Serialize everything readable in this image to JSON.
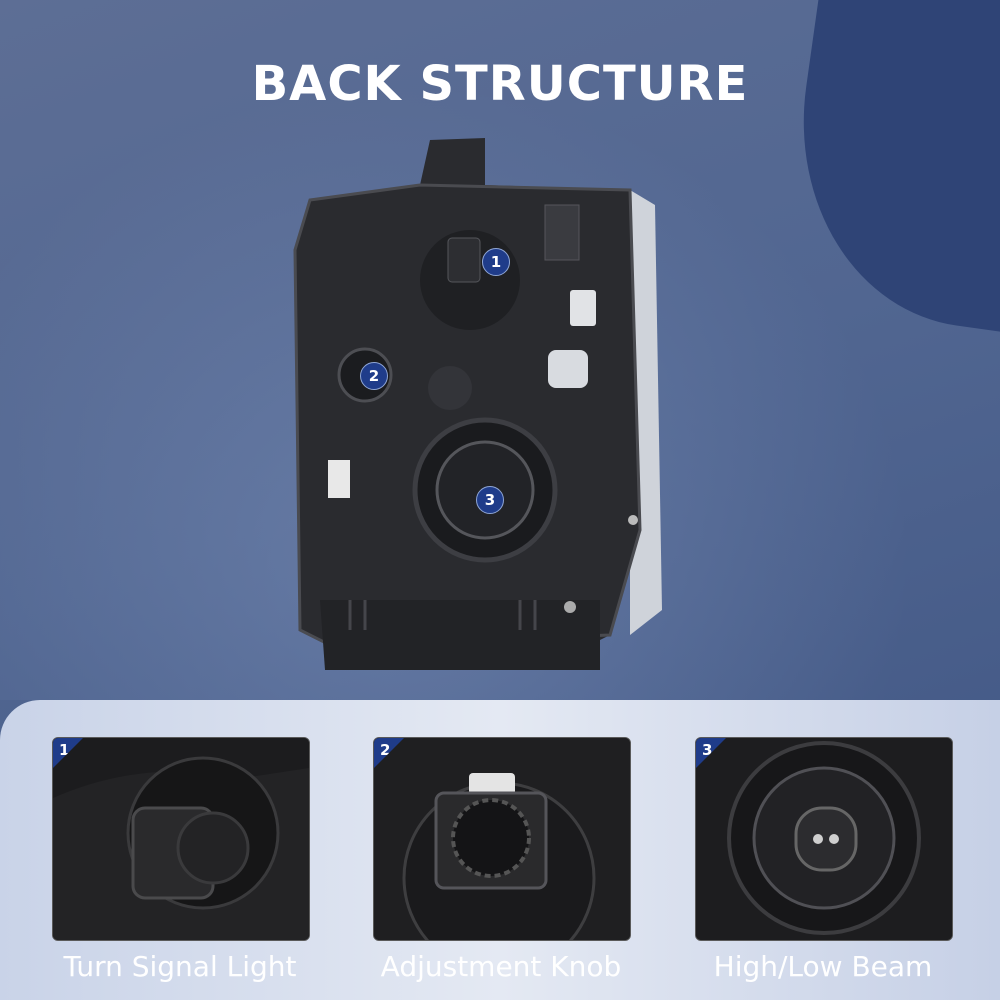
{
  "title": "BACK STRUCTURE",
  "callouts": [
    "1",
    "2",
    "3"
  ],
  "features": [
    {
      "number": "1",
      "label": "Turn Signal Light"
    },
    {
      "number": "2",
      "label": "Adjustment Knob"
    },
    {
      "number": "3",
      "label": "High/Low Beam"
    }
  ],
  "colors": {
    "accent": "#1f3c8a",
    "background": "#516691",
    "panel": "#dfe5f1"
  }
}
